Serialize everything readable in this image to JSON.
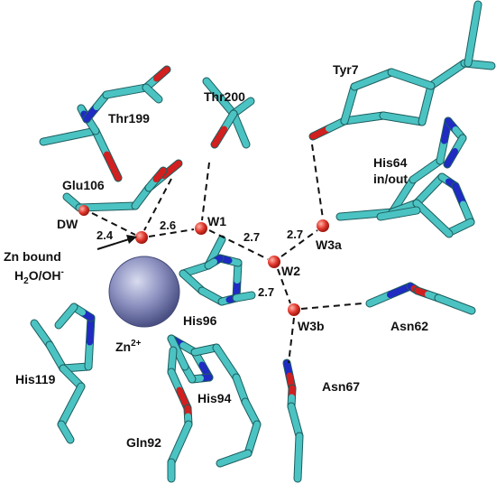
{
  "colors": {
    "carbon": "#4cc3c3",
    "carbon_edge": "#2f8f8f",
    "oxygen": "#d21f1f",
    "nitrogen": "#1f2bc2",
    "water": "#e0352b",
    "zinc": "#8a8fbf",
    "hbond": "#111111"
  },
  "labels": {
    "thr199": "Thr199",
    "thr200": "Thr200",
    "tyr7": "Tyr7",
    "glu106": "Glu106",
    "his64_line1": "His64",
    "his64_line2": "in/out",
    "dw": "DW",
    "w1": "W1",
    "w2": "W2",
    "w3a": "W3a",
    "w3b": "W3b",
    "zn_bound_line1": "Zn bound",
    "zn_bound_line2_main": "H",
    "zn_bound_line2_sub": "2",
    "zn_bound_line2_rest": "O/OH",
    "zn_bound_line2_sup": "-",
    "zn_main": "Zn",
    "zn_sup": "2+",
    "his96": "His96",
    "his119": "His119",
    "his94": "His94",
    "gln92": "Gln92",
    "asn62": "Asn62",
    "asn67": "Asn67"
  },
  "distances": {
    "dw_zn": "2.4",
    "zn_w1": "2.6",
    "w1_w2": "2.7",
    "w2_w3a": "2.7",
    "w2_w3b": "2.7"
  }
}
